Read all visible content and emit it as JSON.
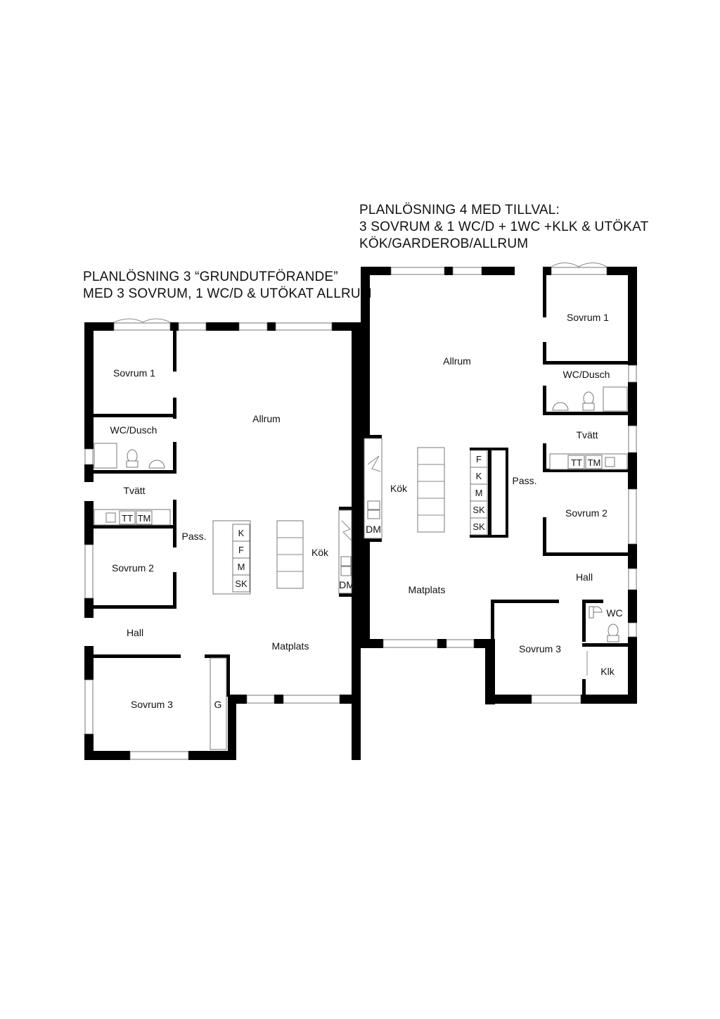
{
  "plan3": {
    "heading": [
      "PLANLÖSNING 3 “GRUNDUTFÖRANDE”",
      "MED 3 SOVRUM, 1 WC/D & UTÖKAT ALLRUM"
    ],
    "rooms": {
      "sovrum1": "Sovrum 1",
      "wc_dusch": "WC/Dusch",
      "allrum": "Allrum",
      "tvatt": "Tvätt",
      "tt": "TT",
      "tm": "TM",
      "pass": "Pass.",
      "sovrum2": "Sovrum 2",
      "kok": "Kök",
      "dm": "DM",
      "hall": "Hall",
      "matplats": "Matplats",
      "sovrum3": "Sovrum 3",
      "g": "G"
    },
    "appliances": [
      "K",
      "F",
      "M",
      "SK"
    ]
  },
  "plan4": {
    "heading": [
      "PLANLÖSNING 4 MED TILLVAL:",
      "3 SOVRUM & 1 WC/D + 1WC +KLK & UTÖKAT",
      "KÖK/GARDEROB/ALLRUM"
    ],
    "rooms": {
      "allrum": "Allrum",
      "sovrum1": "Sovrum 1",
      "wc_dusch": "WC/Dusch",
      "tvatt": "Tvätt",
      "tt": "TT",
      "tm": "TM",
      "kok": "Kök",
      "dm": "DM",
      "pass": "Pass.",
      "sovrum2": "Sovrum 2",
      "hall": "Hall",
      "matplats": "Matplats",
      "wc": "WC",
      "sovrum3": "Sovrum 3",
      "klk": "Klk"
    },
    "appliances": [
      "F",
      "K",
      "M",
      "SK",
      "SK"
    ]
  }
}
